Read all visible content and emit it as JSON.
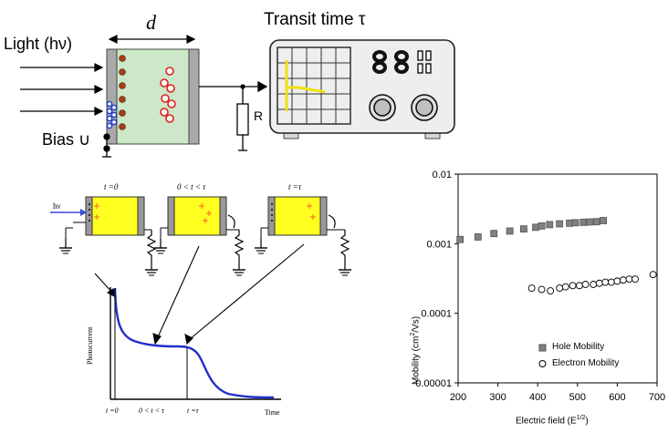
{
  "top": {
    "light_label": "Light (hν)",
    "d_label": "d",
    "transit_label": "Transit time τ",
    "bias_label": "Bias ∪",
    "resistor_label": "R"
  },
  "stages": {
    "label_1": "t =0",
    "label_2": "0 < t < τ",
    "label_3": "t =τ",
    "hv_label": "hν"
  },
  "photocurrent": {
    "ylabel": "Photocurrent",
    "xlabel": "Time",
    "tick_1": "t =0",
    "tick_2": "0 < t < τ",
    "tick_3": "t =τ"
  },
  "chart_data": {
    "type": "scatter",
    "xlabel": "Electric field (E",
    "xlabel_sup": "1/2",
    "xlabel_close": ")",
    "ylabel": "Mobility (cm",
    "ylabel_sup": "2",
    "ylabel_close": "/Vs)",
    "x_ticks": [
      "200",
      "300",
      "400",
      "500",
      "600",
      "700"
    ],
    "y_ticks": [
      "0.01",
      "0.001",
      "0.0001",
      "0.00001"
    ],
    "xlim": [
      200,
      700
    ],
    "ylim": [
      1e-05,
      0.01
    ],
    "yscale": "log",
    "legend_position": "bottom-right",
    "series": [
      {
        "name": "Hole Mobility",
        "marker": "filled-square",
        "color": "#808080",
        "x": [
          205,
          250,
          290,
          330,
          365,
          395,
          410,
          430,
          455,
          480,
          495,
          515,
          530,
          548,
          565
        ],
        "y": [
          0.00115,
          0.00125,
          0.0014,
          0.00152,
          0.00163,
          0.00172,
          0.0018,
          0.00188,
          0.00193,
          0.00197,
          0.002,
          0.00203,
          0.00205,
          0.00207,
          0.00215
        ]
      },
      {
        "name": "Electron Mobility",
        "marker": "open-circle",
        "color": "#000000",
        "x": [
          385,
          410,
          432,
          455,
          470,
          488,
          505,
          520,
          540,
          555,
          570,
          585,
          600,
          615,
          630,
          645,
          690
        ],
        "y": [
          0.00023,
          0.00022,
          0.00021,
          0.00023,
          0.00024,
          0.00025,
          0.00025,
          0.00026,
          0.00026,
          0.00027,
          0.00028,
          0.00028,
          0.00029,
          0.0003,
          0.00031,
          0.00031,
          0.00036
        ]
      }
    ]
  }
}
